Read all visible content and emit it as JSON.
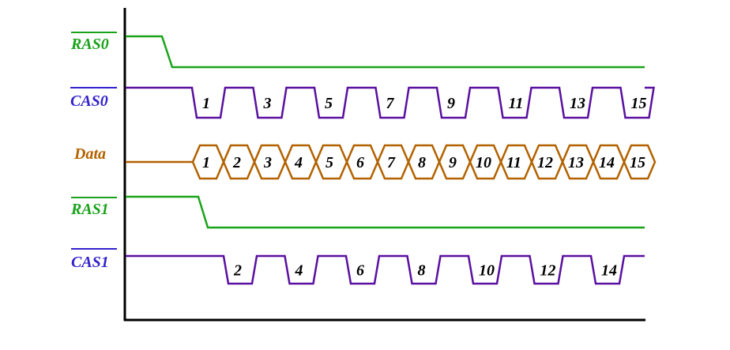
{
  "colors": {
    "ras": "#1aa31a",
    "cas": "#5a10a0",
    "cas_label": "#3322cc",
    "data": "#b36200",
    "axis": "#000000"
  },
  "signals": {
    "ras0": {
      "label": "RAS0",
      "overline": true
    },
    "cas0": {
      "label": "CAS0",
      "overline": true,
      "numbers": [
        "1",
        "3",
        "5",
        "7",
        "9",
        "11",
        "13",
        "15"
      ]
    },
    "data": {
      "label": "Data",
      "overline": false,
      "numbers": [
        "1",
        "2",
        "3",
        "4",
        "5",
        "6",
        "7",
        "8",
        "9",
        "10",
        "11",
        "12",
        "13",
        "14",
        "15"
      ]
    },
    "ras1": {
      "label": "RAS1",
      "overline": true
    },
    "cas1": {
      "label": "CAS1",
      "overline": true,
      "numbers": [
        "2",
        "4",
        "6",
        "8",
        "10",
        "12",
        "14"
      ]
    }
  }
}
